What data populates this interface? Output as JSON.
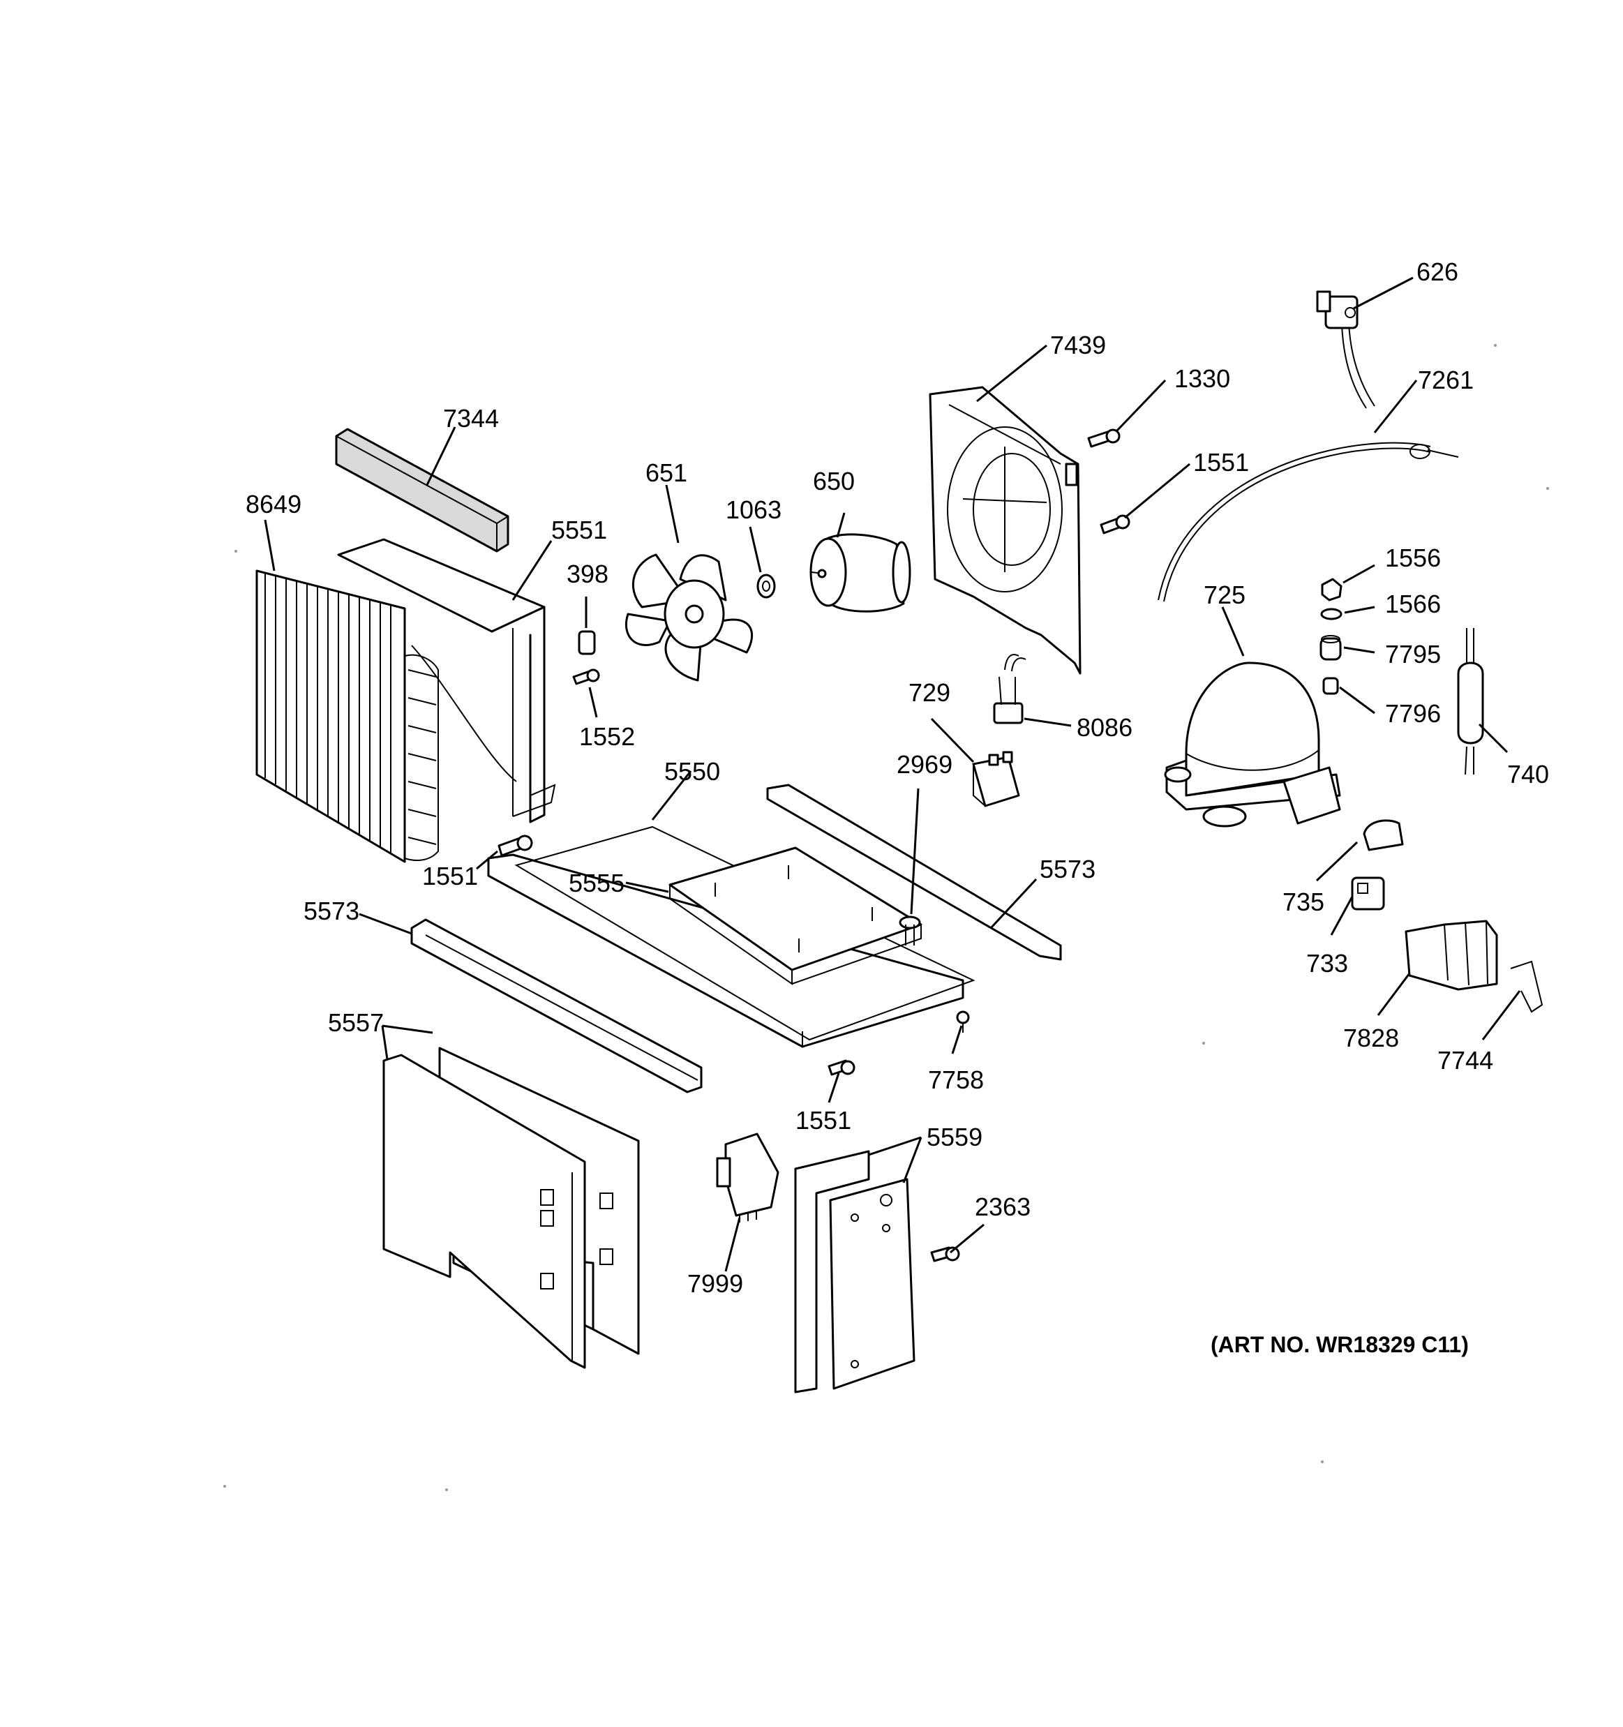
{
  "art_number": "(ART NO. WR18329 C11)",
  "labels": {
    "p626": "626",
    "p7439": "7439",
    "p1330": "1330",
    "p7261": "7261",
    "p1551_upper": "1551",
    "p7344": "7344",
    "p651": "651",
    "p650": "650",
    "p1063": "1063",
    "p8649": "8649",
    "p5551": "5551",
    "p398": "398",
    "p1552": "1552",
    "p1556": "1556",
    "p725": "725",
    "p1566": "1566",
    "p7795": "7795",
    "p7796": "7796",
    "p740": "740",
    "p729": "729",
    "p8086": "8086",
    "p5550": "5550",
    "p2969": "2969",
    "p1551_left": "1551",
    "p5555": "5555",
    "p5573_right": "5573",
    "p5573_left": "5573",
    "p735": "735",
    "p733": "733",
    "p7828": "7828",
    "p7744": "7744",
    "p5557": "5557",
    "p7758": "7758",
    "p1551_lower": "1551",
    "p5559": "5559",
    "p2363": "2363",
    "p7999": "7999"
  }
}
